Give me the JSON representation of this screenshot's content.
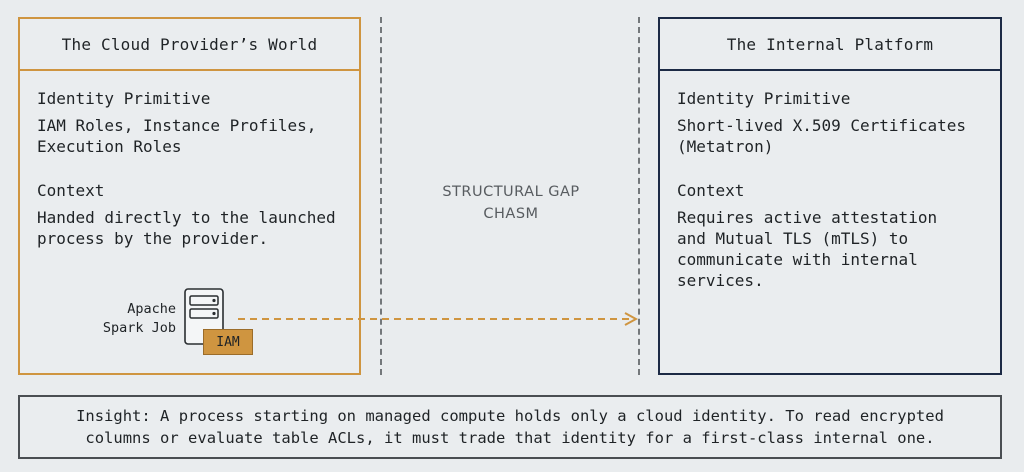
{
  "left_panel": {
    "title": "The Cloud Provider’s World",
    "identity_label": "Identity Primitive",
    "identity_value": "IAM Roles, Instance Profiles,\nExecution Roles",
    "context_label": "Context",
    "context_value": "Handed directly to the launched\nprocess by the provider.",
    "job_label": "Apache\nSpark Job",
    "badge": "IAM",
    "accent_color": "#cf9540"
  },
  "gap": {
    "line1": "STRUCTURAL GAP",
    "line2": "CHASM"
  },
  "right_panel": {
    "title": "The Internal Platform",
    "identity_label": "Identity Primitive",
    "identity_value": "Short-lived X.509 Certificates\n(Metatron)",
    "context_label": "Context",
    "context_value": "Requires active attestation\nand Mutual TLS (mTLS) to\ncommunicate with internal\nservices.",
    "accent_color": "#1c2a45"
  },
  "insight": {
    "text": "Insight: A process starting on managed compute holds only a cloud identity. To read encrypted\ncolumns or evaluate table ACLs, it must trade that identity for a first-class internal one."
  }
}
